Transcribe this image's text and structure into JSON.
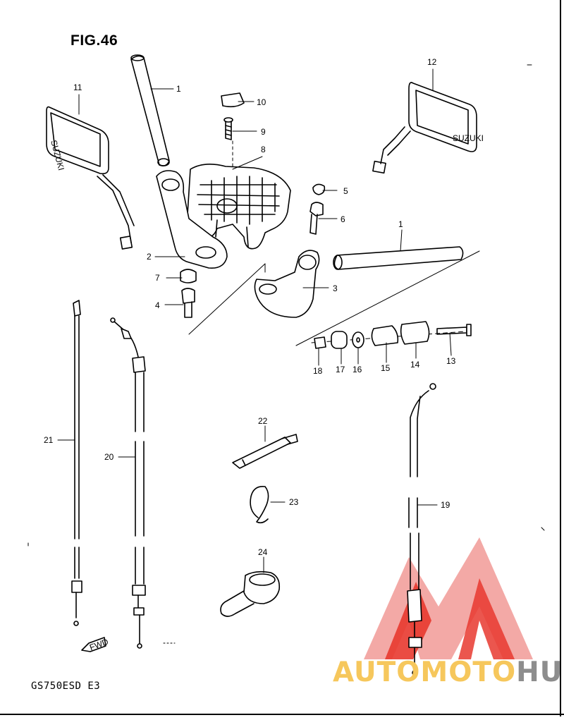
{
  "figure": {
    "title": "FIG.46",
    "model_code": "GS750ESD  E3"
  },
  "watermark": {
    "part1": "AUTO",
    "part2": "MOTO",
    "part3": "HUB"
  },
  "forward_label": "FWD",
  "mirror_brand": "SUZUKI",
  "callouts": [
    "1",
    "1",
    "2",
    "3",
    "4",
    "5",
    "6",
    "7",
    "8",
    "9",
    "10",
    "11",
    "12",
    "13",
    "14",
    "15",
    "16",
    "17",
    "18",
    "19",
    "20",
    "21",
    "22",
    "23",
    "24"
  ],
  "colors": {
    "line": "#000000",
    "watermark_red": "#e8382f",
    "watermark_pink": "#f19a96",
    "watermark_yellow": "#f6c75c",
    "watermark_gray": "#8d8d8d"
  }
}
